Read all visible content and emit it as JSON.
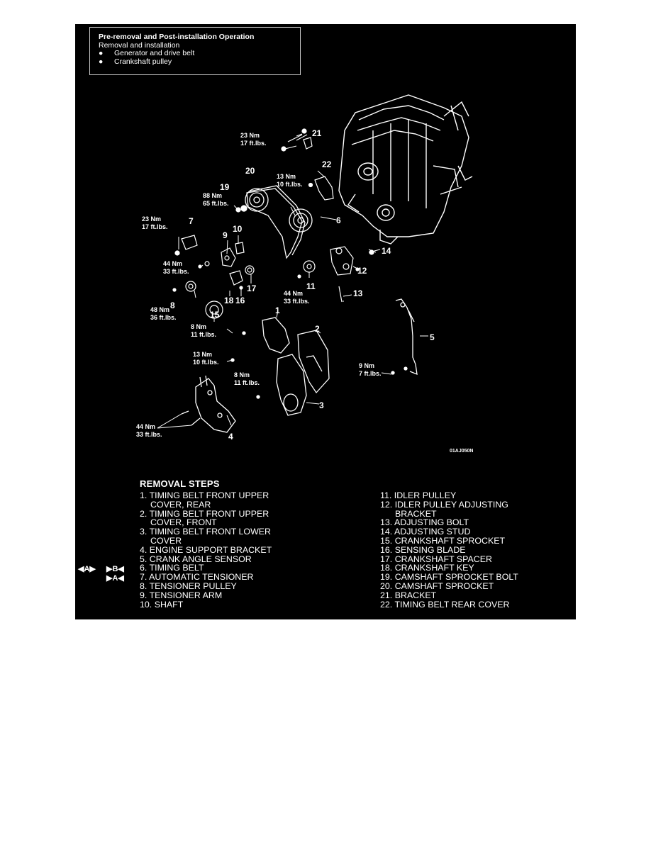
{
  "pre_op": {
    "title": "Pre-removal and Post-installation Operation",
    "subtitle": "Removal and installation",
    "bullets": [
      "Generator and drive belt",
      "Crankshaft pulley"
    ],
    "bullet_mark": "●"
  },
  "diagram_code": "01AJ050N",
  "torque_labels": {
    "t21a": "23 Nm",
    "t21b": "17 ft.lbs.",
    "t22a": "13 Nm",
    "t22b": "10 ft.lbs.",
    "t19a": "88 Nm",
    "t19b": "65 ft.lbs.",
    "t7a": "23 Nm",
    "t7b": "17 ft.lbs.",
    "t9a": "44 Nm",
    "t9b": "33 ft.lbs.",
    "t8a": "48 Nm",
    "t8b": "36 ft.lbs.",
    "t11a": "44 Nm",
    "t11b": "33 ft.lbs.",
    "t1a": "8 Nm",
    "t1b": "11 ft.lbs.",
    "t2a": "13 Nm",
    "t2b": "10 ft.lbs.",
    "t3a": "8 Nm",
    "t3b": "11 ft.lbs.",
    "t5a": "9 Nm",
    "t5b": "7 ft.lbs.",
    "t4a": "44 Nm",
    "t4b": "33 ft.lbs."
  },
  "callouts": [
    "1",
    "2",
    "3",
    "4",
    "5",
    "6",
    "7",
    "8",
    "9",
    "10",
    "11",
    "12",
    "13",
    "14",
    "15",
    "16",
    "17",
    "18",
    "19",
    "20",
    "21",
    "22"
  ],
  "removal_steps": {
    "title": "REMOVAL STEPS",
    "left": [
      {
        "num": "1.",
        "lines": [
          "TIMING BELT FRONT UPPER",
          "COVER, REAR"
        ]
      },
      {
        "num": "2.",
        "lines": [
          "TIMING BELT FRONT UPPER",
          "COVER, FRONT"
        ]
      },
      {
        "num": "3.",
        "lines": [
          "TIMING BELT FRONT LOWER",
          "COVER"
        ]
      },
      {
        "num": "4.",
        "lines": [
          "ENGINE SUPPORT BRACKET"
        ]
      },
      {
        "num": "5.",
        "lines": [
          "CRANK ANGLE SENSOR"
        ]
      },
      {
        "num": "6.",
        "lines": [
          "TIMING BELT"
        ]
      },
      {
        "num": "7.",
        "lines": [
          "AUTOMATIC TENSIONER"
        ]
      },
      {
        "num": "8.",
        "lines": [
          "TENSIONER PULLEY"
        ]
      },
      {
        "num": "9.",
        "lines": [
          "TENSIONER ARM"
        ]
      },
      {
        "num": "10.",
        "lines": [
          "SHAFT"
        ]
      }
    ],
    "right": [
      {
        "num": "11.",
        "lines": [
          "IDLER PULLEY"
        ]
      },
      {
        "num": "12.",
        "lines": [
          "IDLER PULLEY ADJUSTING",
          "BRACKET"
        ]
      },
      {
        "num": "13.",
        "lines": [
          "ADJUSTING BOLT"
        ]
      },
      {
        "num": "14.",
        "lines": [
          "ADJUSTING STUD"
        ]
      },
      {
        "num": "15.",
        "lines": [
          "CRANKSHAFT SPROCKET"
        ]
      },
      {
        "num": "16.",
        "lines": [
          "SENSING BLADE"
        ]
      },
      {
        "num": "17.",
        "lines": [
          "CRANKSHAFT SPACER"
        ]
      },
      {
        "num": "18.",
        "lines": [
          "CRANKSHAFT KEY"
        ]
      },
      {
        "num": "19.",
        "lines": [
          "CAMSHAFT SPROCKET BOLT"
        ]
      },
      {
        "num": "20.",
        "lines": [
          "CAMSHAFT SPROCKET"
        ]
      },
      {
        "num": "21.",
        "lines": [
          "BRACKET"
        ]
      },
      {
        "num": "22.",
        "lines": [
          "TIMING BELT REAR COVER"
        ]
      }
    ],
    "markers": {
      "a_both": "◀A▶",
      "b_right": "▶B◀",
      "a_right": "▶A◀"
    }
  }
}
